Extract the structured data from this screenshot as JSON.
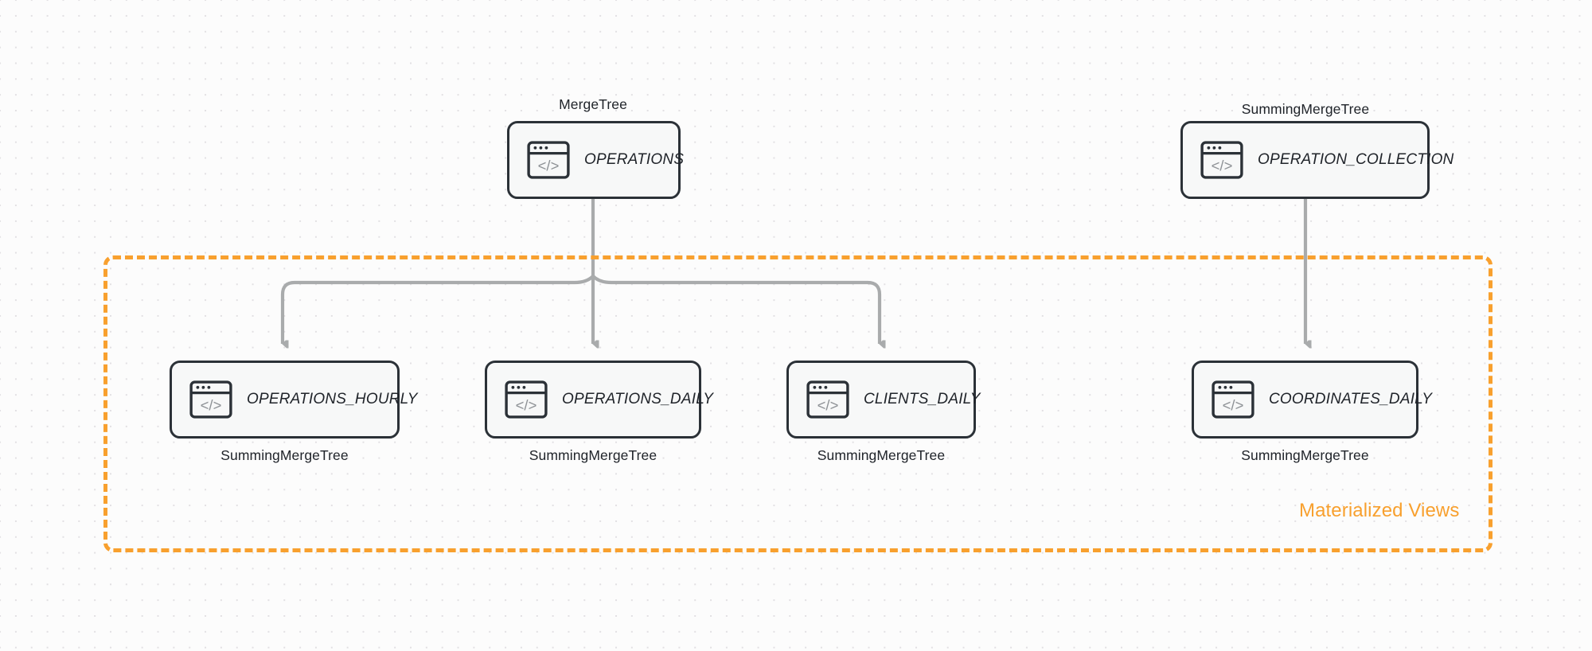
{
  "diagram": {
    "title": "ClickHouse tables and materialized views",
    "background": "#fcfcfc",
    "accent_color": "#f8a02e",
    "edge_color": "#a9abac",
    "node_border_color": "#2b3137",
    "node_fill_color": "#f7f8f8"
  },
  "group": {
    "label": "Materialized Views",
    "color": "#f8a02e",
    "style": "dashed"
  },
  "source_nodes": [
    {
      "id": "operations",
      "name": "OPERATIONS",
      "engine": "MergeTree",
      "engine_position": "above",
      "icon": "code-window-icon"
    },
    {
      "id": "operation_collection",
      "name": "OPERATION_COLLECTION",
      "engine": "SummingMergeTree",
      "engine_position": "above",
      "icon": "code-window-icon"
    }
  ],
  "view_nodes": [
    {
      "id": "operations_hourly",
      "name": "OPERATIONS_HOURLY",
      "engine": "SummingMergeTree",
      "engine_position": "below",
      "icon": "code-window-icon"
    },
    {
      "id": "operations_daily",
      "name": "OPERATIONS_DAILY",
      "engine": "SummingMergeTree",
      "engine_position": "below",
      "icon": "code-window-icon"
    },
    {
      "id": "clients_daily",
      "name": "CLIENTS_DAILY",
      "engine": "SummingMergeTree",
      "engine_position": "below",
      "icon": "code-window-icon"
    },
    {
      "id": "coordinates_daily",
      "name": "COORDINATES_DAILY",
      "engine": "SummingMergeTree",
      "engine_position": "below",
      "icon": "code-window-icon"
    }
  ],
  "edges": [
    {
      "from": "operations",
      "to": "operations_hourly",
      "style": "elbow-curved",
      "arrow": "triangle"
    },
    {
      "from": "operations",
      "to": "operations_daily",
      "style": "straight",
      "arrow": "triangle"
    },
    {
      "from": "operations",
      "to": "clients_daily",
      "style": "elbow-curved",
      "arrow": "triangle"
    },
    {
      "from": "operation_collection",
      "to": "coordinates_daily",
      "style": "straight",
      "arrow": "triangle"
    }
  ]
}
